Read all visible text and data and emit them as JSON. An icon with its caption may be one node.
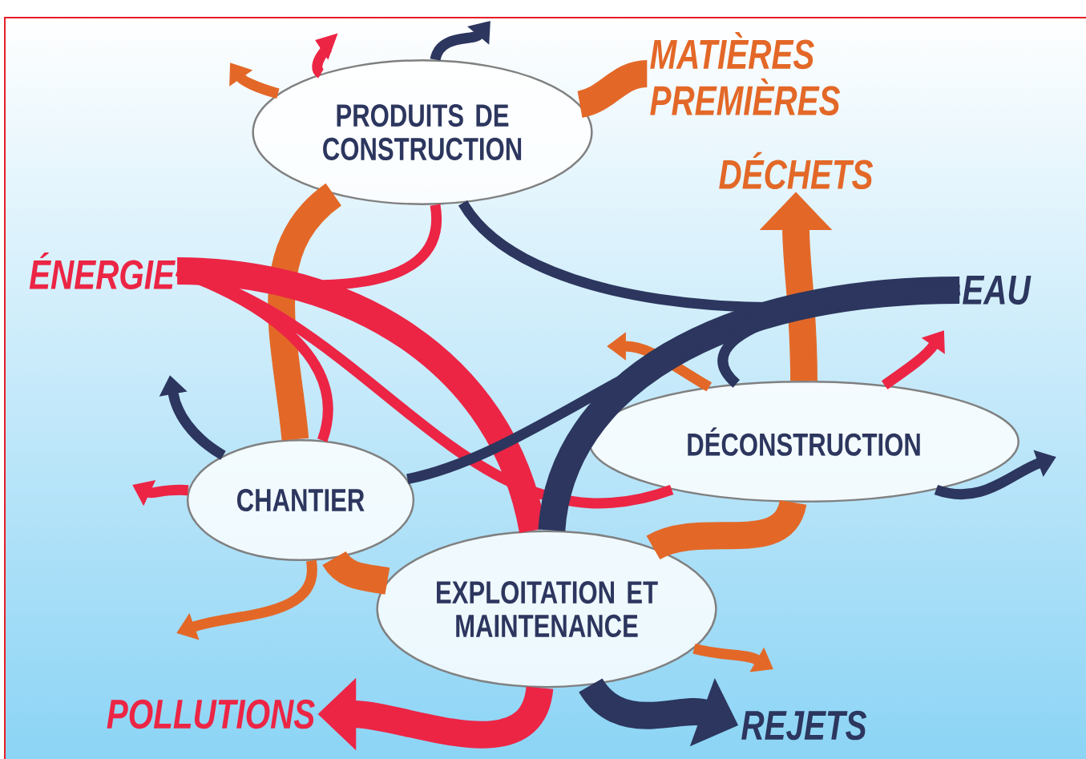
{
  "diagram": {
    "nodes": [
      {
        "text": [
          "MATIÈRES PREMIÈRES"
        ]
      },
      {
        "text": [
          "PRODUITS DE CONSTRUCTION"
        ]
      },
      {
        "text": [
          "DÉCHETS"
        ]
      },
      {
        "text": [
          "ÉNERGIE"
        ]
      },
      {
        "text": [
          "EAU"
        ]
      },
      {
        "text": [
          "DÉCONSTRUCTION"
        ]
      },
      {
        "text": [
          "CHANTIER"
        ]
      },
      {
        "text": [
          "EXPLOITATION ET MAINTENANCE"
        ]
      },
      {
        "text": [
          "POLLUTIONS"
        ]
      },
      {
        "text": [
          "REJETS"
        ]
      }
    ],
    "edges": [
      {
        "from": 0,
        "to": 1,
        "arrow": "none",
        "style": "thick",
        "color": "#e36828"
      },
      {
        "from": 1,
        "to": 6,
        "arrow": "none",
        "style": "thick",
        "color": "#e36828"
      },
      {
        "from": 6,
        "to": 7,
        "arrow": "none",
        "style": "thick",
        "color": "#e36828"
      },
      {
        "from": 7,
        "to": 5,
        "arrow": "none",
        "style": "thick",
        "color": "#e36828"
      },
      {
        "from": 5,
        "to": 2,
        "arrow": "to",
        "style": "thick",
        "color": "#e36828"
      },
      {
        "from": 1,
        "to": null,
        "arrow": "to",
        "color": "#e36828"
      },
      {
        "from": 6,
        "to": null,
        "arrow": "to",
        "color": "#e36828"
      },
      {
        "from": 7,
        "to": null,
        "arrow": "to",
        "color": "#e36828"
      },
      {
        "from": 5,
        "to": null,
        "arrow": "to",
        "color": "#e36828"
      },
      {
        "from": 3,
        "to": 7,
        "arrow": "none",
        "style": "thick",
        "color": "#ec2545"
      },
      {
        "from": 7,
        "to": 8,
        "arrow": "to",
        "style": "thick",
        "color": "#ec2545"
      },
      {
        "from": 3,
        "to": 1,
        "arrow": "none",
        "color": "#ec2545"
      },
      {
        "from": 1,
        "to": null,
        "arrow": "to",
        "color": "#ec2545"
      },
      {
        "from": 3,
        "to": 6,
        "arrow": "none",
        "color": "#ec2545"
      },
      {
        "from": 6,
        "to": null,
        "arrow": "to",
        "color": "#ec2545"
      },
      {
        "from": 3,
        "to": 5,
        "arrow": "none",
        "color": "#ec2545"
      },
      {
        "from": 5,
        "to": null,
        "arrow": "to",
        "color": "#ec2545"
      },
      {
        "from": 4,
        "to": 7,
        "arrow": "none",
        "style": "thick",
        "color": "#2c365e"
      },
      {
        "from": 7,
        "to": 9,
        "arrow": "to",
        "style": "thick",
        "color": "#2c365e"
      },
      {
        "from": 4,
        "to": 1,
        "arrow": "none",
        "color": "#2c365e"
      },
      {
        "from": 1,
        "to": null,
        "arrow": "to",
        "color": "#2c365e"
      },
      {
        "from": 4,
        "to": 6,
        "arrow": "none",
        "color": "#2c365e"
      },
      {
        "from": 6,
        "to": null,
        "arrow": "to",
        "color": "#2c365e"
      },
      {
        "from": 4,
        "to": 5,
        "arrow": "none",
        "color": "#2c365e"
      },
      {
        "from": 5,
        "to": null,
        "arrow": "to",
        "color": "#2c365e"
      }
    ]
  }
}
